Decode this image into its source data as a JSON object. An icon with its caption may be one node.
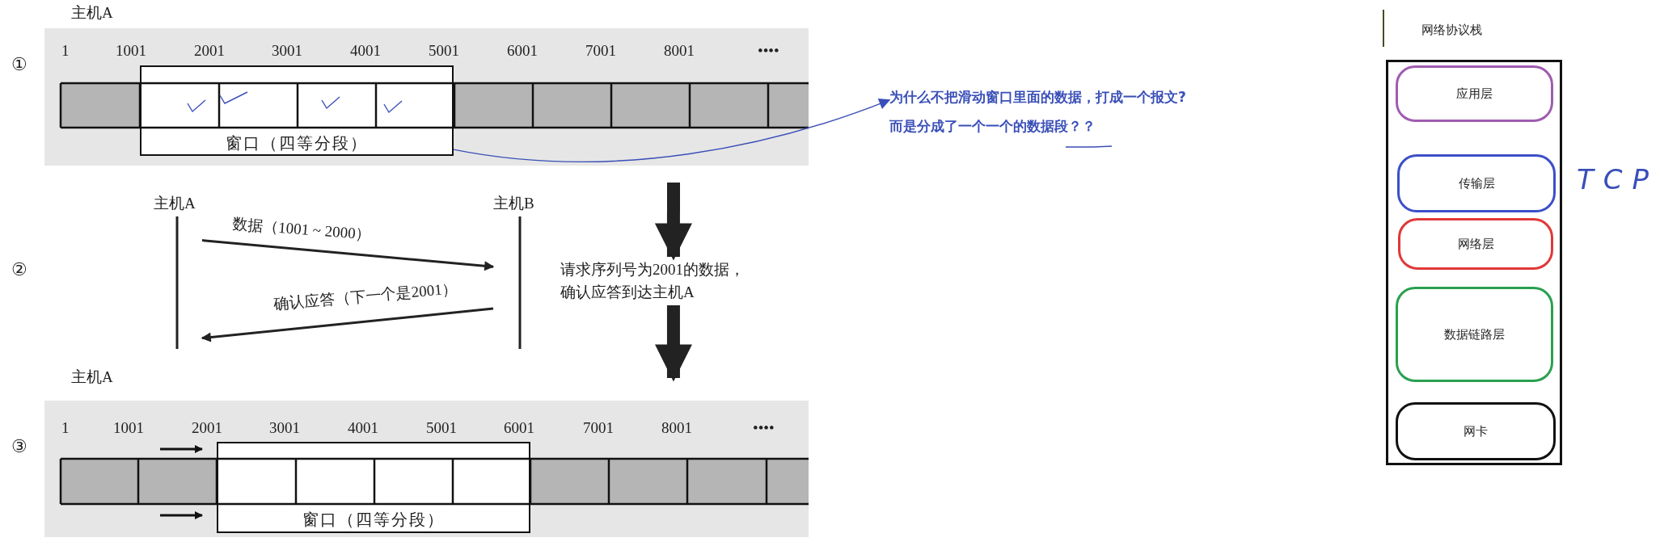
{
  "diagram": {
    "nodes": [
      {
        "text": [
          "窗口（四等分段）"
        ]
      },
      {
        "text": [
          "为什么不把滑动窗口里面的数据，打成一个报文?",
          "而是分成了一个一个的数据段？？"
        ]
      },
      {
        "text": [
          "主机A"
        ]
      },
      {
        "text": [
          "主机B"
        ]
      },
      {
        "text": [
          "请求序列号为2001的数据，确认应答到达主机A"
        ]
      },
      {
        "text": [
          "窗口（四等分段）"
        ]
      },
      {
        "text": [
          "网络协议栈"
        ]
      },
      {
        "text": [
          "应用层"
        ],
        "in": 6
      },
      {
        "text": [
          "传输层"
        ],
        "in": 6
      },
      {
        "text": [
          "网络层"
        ],
        "in": 6
      },
      {
        "text": [
          "数据链路层"
        ],
        "in": 6
      },
      {
        "text": [
          "网卡"
        ],
        "in": 6
      }
    ],
    "edges": [
      {
        "from": 0,
        "to": 1,
        "arrow": "to",
        "color": "#3a4fb8"
      },
      {
        "from": 2,
        "to": 3,
        "arrow": "to",
        "label": "数据（1001 ~ 2000）"
      },
      {
        "from": 3,
        "to": 2,
        "arrow": "to",
        "label": "确认应答（下一个是2001）"
      },
      {
        "from": 0,
        "to": 4,
        "arrow": "to",
        "style": "thick"
      },
      {
        "from": 4,
        "to": 5,
        "arrow": "to",
        "style": "thick"
      }
    ],
    "labels": [
      "主机A",
      "①",
      "1",
      "1001",
      "2001",
      "3001",
      "4001",
      "5001",
      "6001",
      "7001",
      "8001",
      "••••",
      "②",
      "主机A",
      "③",
      "1",
      "1001",
      "2001",
      "3001",
      "4001",
      "5001",
      "6001",
      "7001",
      "8001",
      "••••",
      "TCP"
    ]
  }
}
